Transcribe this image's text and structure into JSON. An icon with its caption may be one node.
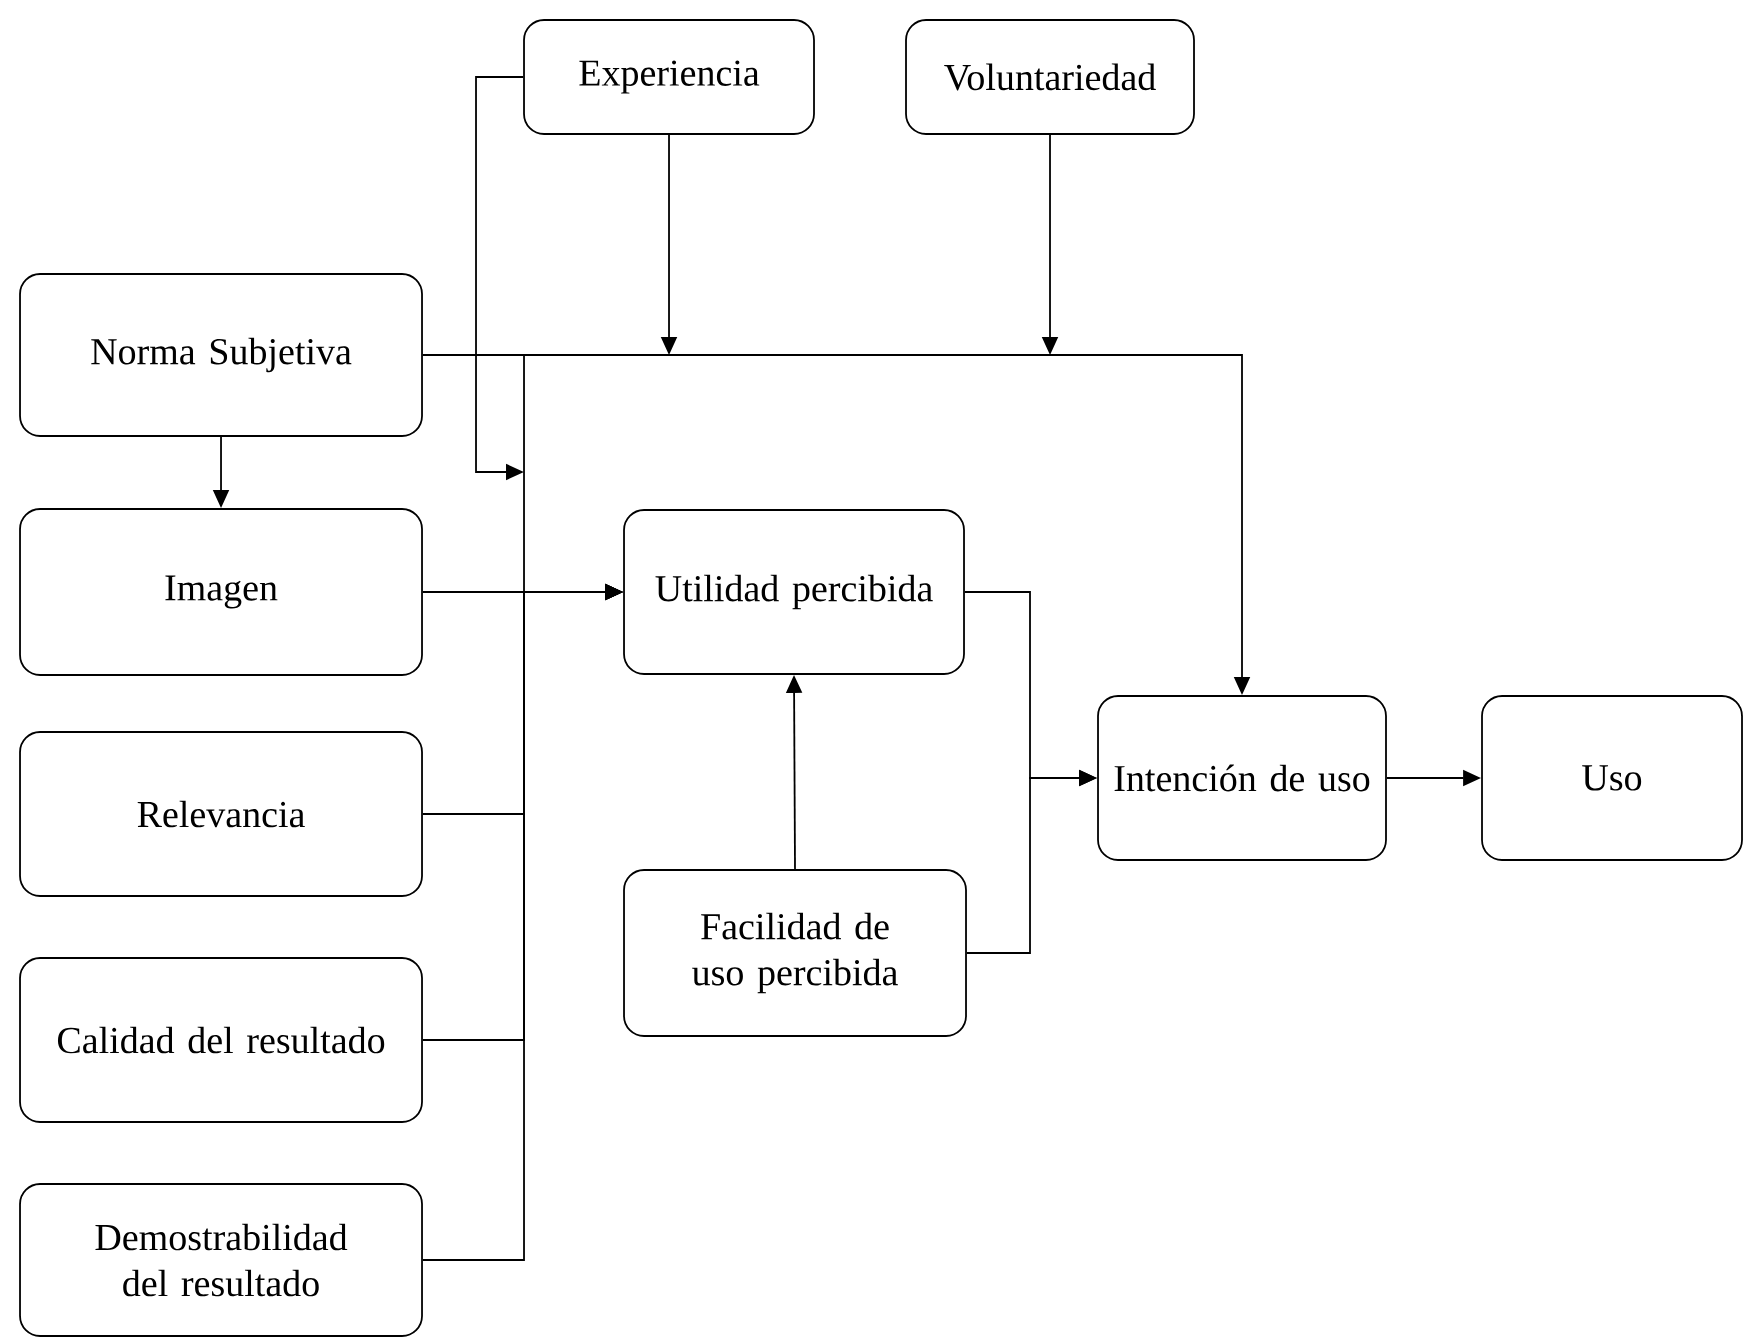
{
  "diagram": {
    "nodes": [
      {
        "text": [
          "Experiencia"
        ]
      },
      {
        "text": [
          "Voluntariedad"
        ]
      },
      {
        "text": [
          "Norma Subjetiva"
        ]
      },
      {
        "text": [
          "Imagen"
        ]
      },
      {
        "text": [
          "Utilidad percibida"
        ]
      },
      {
        "text": [
          "Intención de uso"
        ]
      },
      {
        "text": [
          "Uso"
        ]
      },
      {
        "text": [
          "Relevancia"
        ]
      },
      {
        "text": [
          "Facilidad de uso percibida"
        ]
      },
      {
        "text": [
          "Calidad del resultado"
        ]
      },
      {
        "text": [
          "Demostrabilidad del resultado"
        ]
      }
    ],
    "edges": [
      {
        "from": 2,
        "to": 3,
        "arrow": "to"
      },
      {
        "from": 2,
        "to": 5,
        "arrow": "to"
      },
      {
        "from": 2,
        "to": 4,
        "arrow": "to"
      },
      {
        "from": 3,
        "to": 4,
        "arrow": "to"
      },
      {
        "from": 7,
        "to": 4,
        "arrow": "to"
      },
      {
        "from": 9,
        "to": 4,
        "arrow": "to"
      },
      {
        "from": 10,
        "to": 4,
        "arrow": "to"
      },
      {
        "from": 0,
        "to": null,
        "arrow": "to"
      },
      {
        "from": 0,
        "to": null,
        "arrow": "to"
      },
      {
        "from": 1,
        "to": null,
        "arrow": "to"
      },
      {
        "from": 4,
        "to": 5,
        "arrow": "to"
      },
      {
        "from": 8,
        "to": 5,
        "arrow": "to"
      },
      {
        "from": 8,
        "to": 4,
        "arrow": "to"
      },
      {
        "from": 5,
        "to": 6,
        "arrow": "to"
      }
    ]
  }
}
